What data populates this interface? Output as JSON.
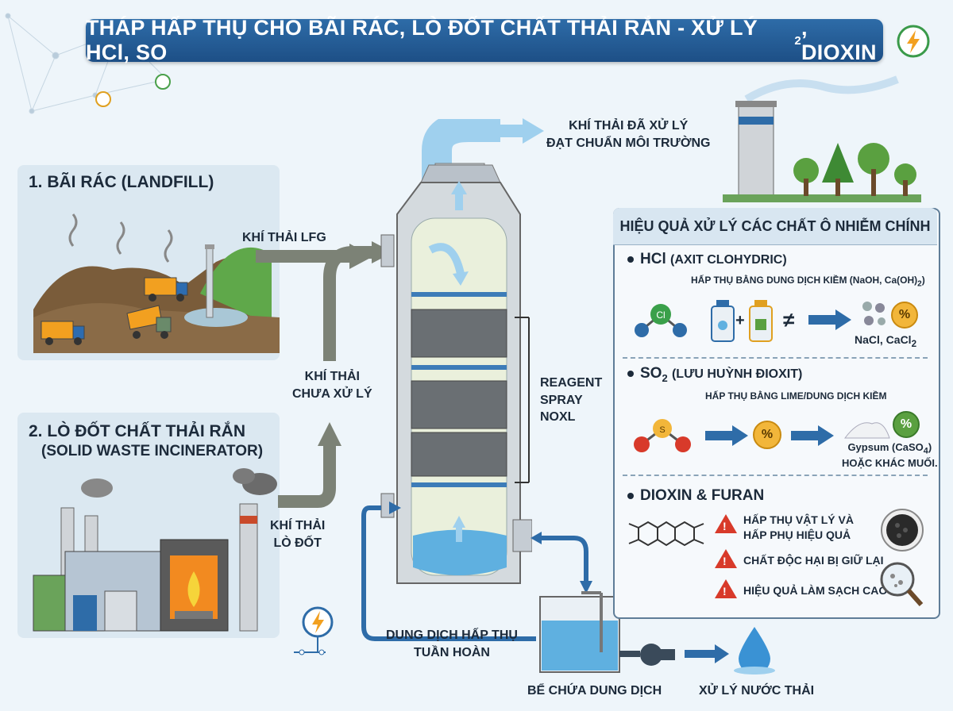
{
  "header": {
    "title_prefix": "THÁP HẤP THỤ CHO BÃI RÁC, LÒ ĐỐT CHẤT THẢI RẮN - XỬ LÝ HCl, SO",
    "title_sub": "2",
    "title_suffix": ", DIOXIN"
  },
  "landfill": {
    "title": "1. BÃI RÁC (LANDFILL)",
    "gas_label": "KHÍ THẢI LFG"
  },
  "incinerator": {
    "title_line1": "2. LÒ ĐỐT CHẤT THẢI RẮN",
    "title_line2": "(SOLID WASTE INCINERATOR)",
    "gas_line1": "KHÍ THẢI",
    "gas_line2": "LÒ ĐỐT"
  },
  "untreated": {
    "line1": "KHÍ THẢI",
    "line2": "CHƯA XỬ LÝ"
  },
  "treated": {
    "line1": "KHÍ THẢI ĐÃ XỬ LÝ",
    "line2": "ĐẠT CHUẨN MÔI TRƯỜNG"
  },
  "reagent": {
    "line1": "REAGENT",
    "line2": "SPRAY",
    "line3": "NOXL"
  },
  "recirc": {
    "line1": "DUNG DỊCH HẤP THỤ",
    "line2": "TUẦN HOÀN"
  },
  "tank": {
    "label": "BỂ CHỨA DUNG DỊCH"
  },
  "wastewater": {
    "label": "XỬ LÝ NƯỚC THẢI"
  },
  "efficiency": {
    "title": "HIỆU QUẢ XỬ LÝ CÁC CHẤT Ô NHIỄM CHÍNH",
    "hcl": {
      "formula": "HCl",
      "name": "(AXIT CLOHYDRIC)",
      "method_prefix": "HẤP THỤ BẰNG DUNG DỊCH KIỀM (NaOH, Ca(OH)",
      "method_sub": "2",
      "method_suffix": ")",
      "product_prefix": "NaCl, CaCl",
      "product_sub": "2",
      "atom": "Cl",
      "not_equal": "≠",
      "plus": "+",
      "percent": "%"
    },
    "so2": {
      "formula_prefix": "SO",
      "formula_sub": "2",
      "name": "(LƯU HUỲNH ĐIOXIT)",
      "method": "HẤP THỤ BẰNG LIME/DUNG DỊCH KIỀM",
      "product_line1_prefix": "Gypsum (CaSO",
      "product_line1_sub": "4",
      "product_line1_suffix": ")",
      "product_line2": "HOẶC KHÁC MUỐI.",
      "atom": "S",
      "percent": "%"
    },
    "dioxin": {
      "title": "DIOXIN & FURAN",
      "item1_line1": "HẤP THỤ VẬT LÝ VÀ",
      "item1_line2": "HẤP PHỤ HIỆU QUẢ",
      "item2": "CHẤT ĐỘC HẠI BỊ GIỮ LẠI",
      "item3": "HIỆU QUẢ LÀM SẠCH CAO",
      "warn": "!"
    }
  },
  "colors": {
    "accent": "#1d4f86",
    "arrow_gray": "#7c8276",
    "arrow_blue": "#2e6ca8",
    "water": "#5fb0e0"
  }
}
